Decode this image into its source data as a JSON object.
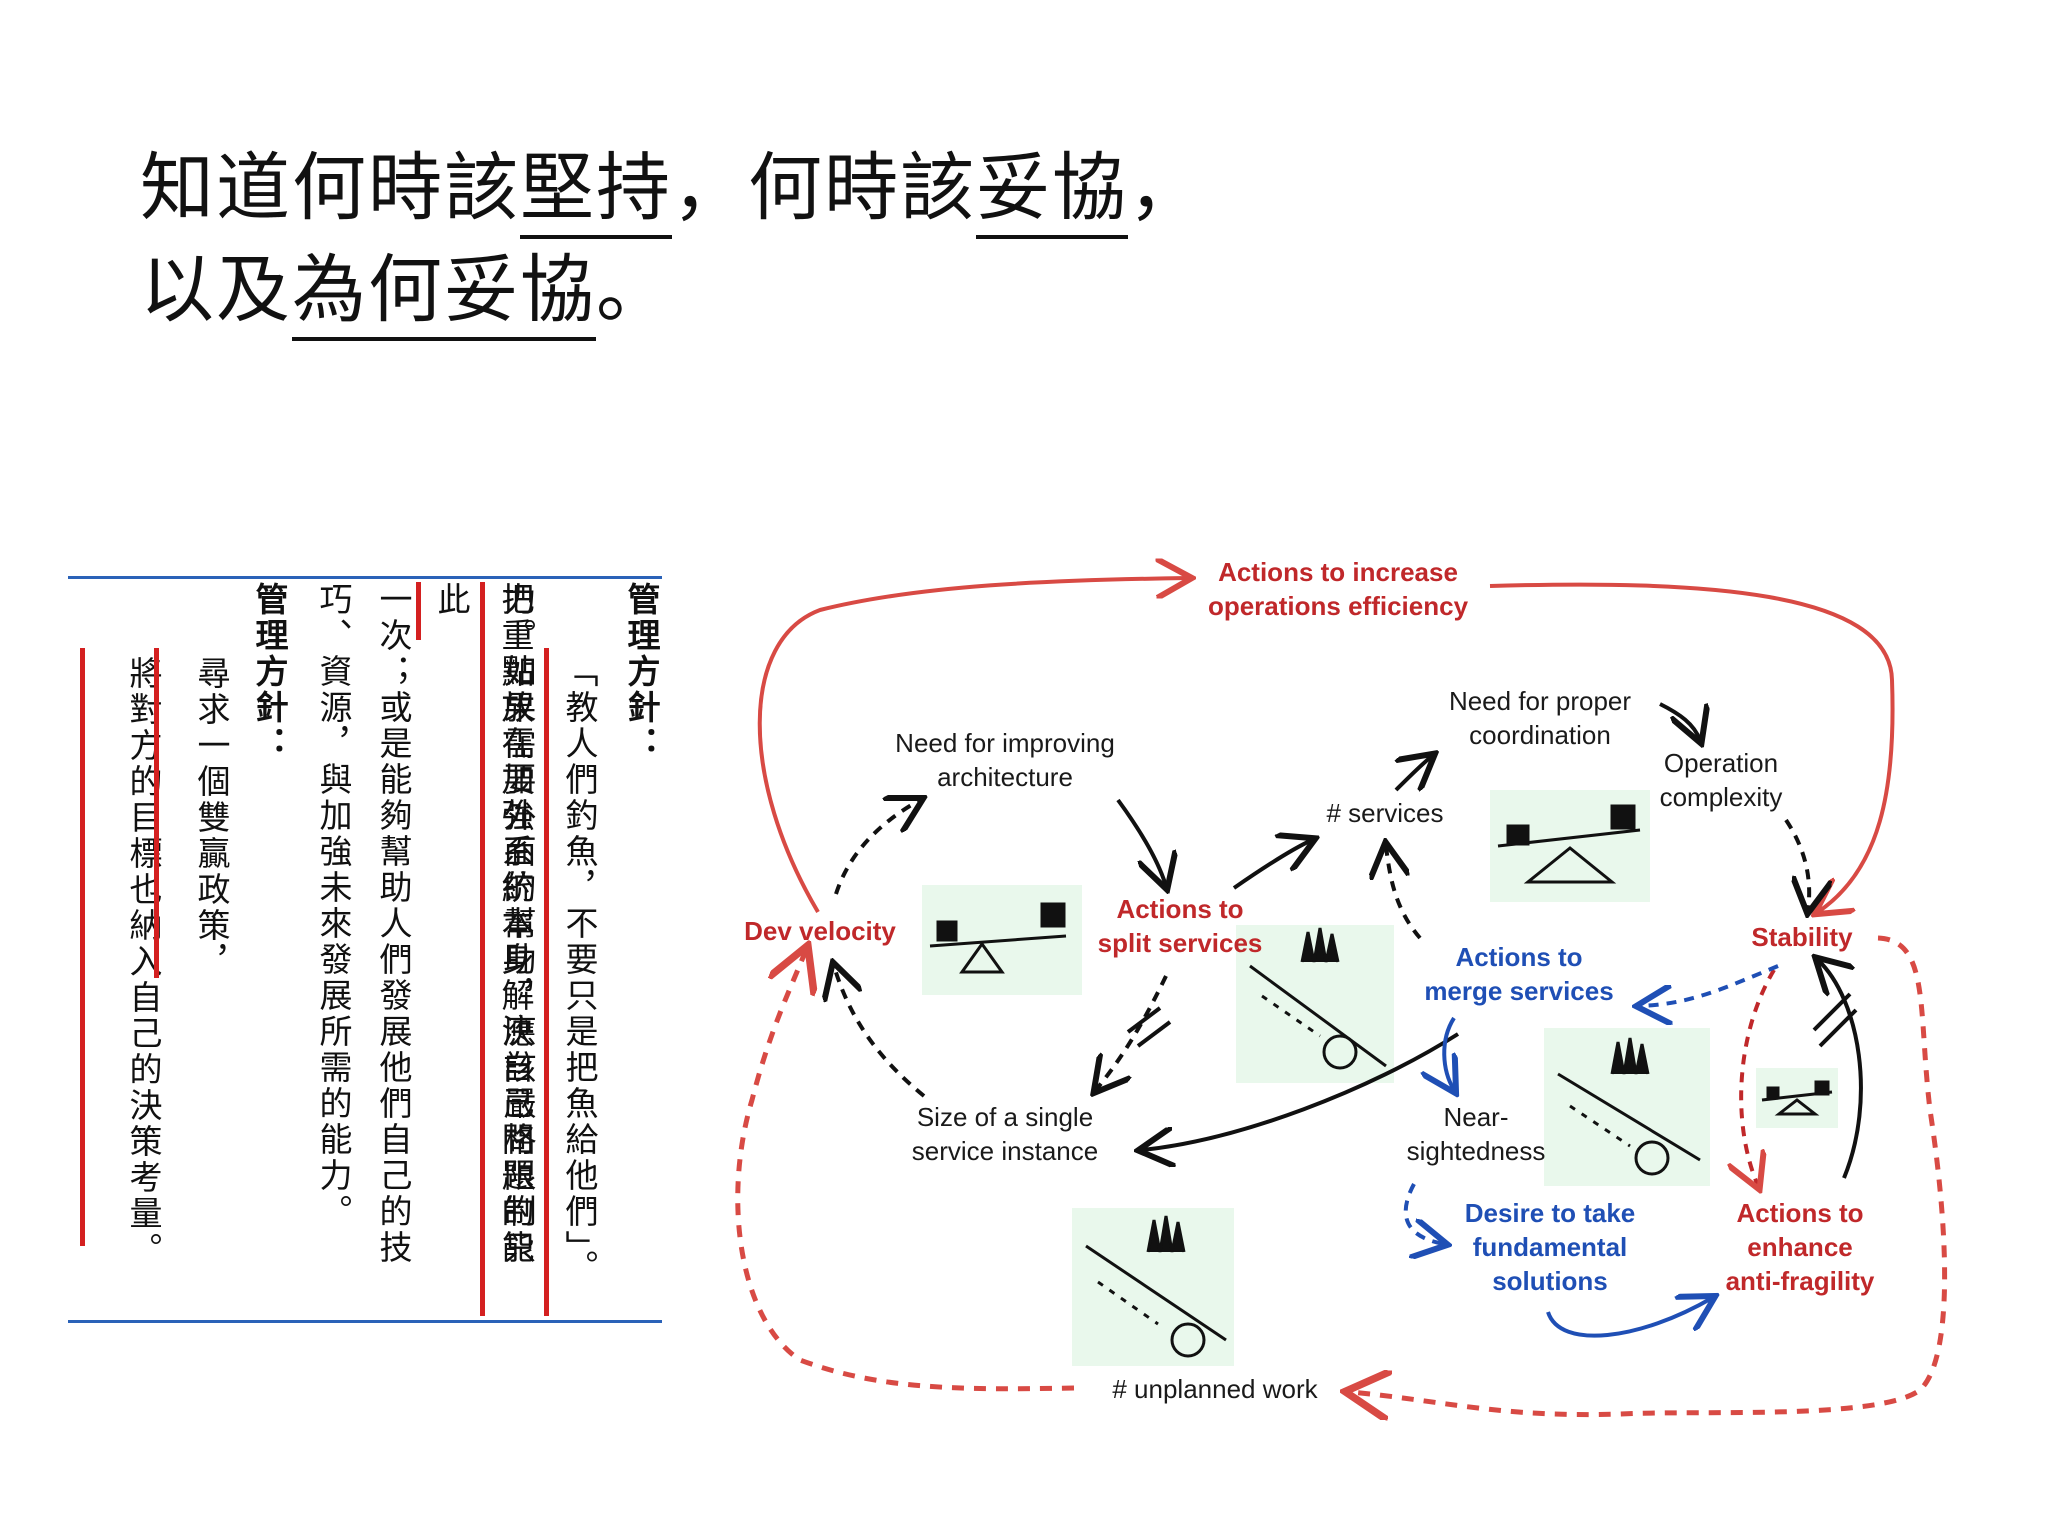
{
  "title": {
    "line1": {
      "before": "知道何時該",
      "u1": "堅持",
      "mid": "，何時該",
      "u2": "妥協",
      "after": "，"
    },
    "line2": {
      "before": "以及",
      "u": "為何妥協",
      "after": "。"
    }
  },
  "policy": {
    "columns": [
      {
        "text": "管理方針：",
        "head": true
      },
      {
        "text": "「教人們釣魚，不要只是把魚給他們」。",
        "head": false
      },
      {
        "text": "把重點放在加強系統本身解決自己問題的能",
        "head": false
      },
      {
        "text": "力。如果需要外面的幫助，應該嚴格限制只此",
        "head": false
      },
      {
        "text": "一次；或是能夠幫助人們發展他們自己的技",
        "head": false
      },
      {
        "text": "巧、資源，與加強未來發展所需的能力。",
        "head": false
      },
      {
        "text": "管理方針：",
        "head": true
      },
      {
        "text": "尋求一個雙贏政策，",
        "head": false
      },
      {
        "text": "將對方的目標也納入自己的決策考量。",
        "head": false
      }
    ]
  },
  "diagram": {
    "ops_efficiency": "Actions to increase\noperations efficiency",
    "improving_arch": "Need for improving\narchitecture",
    "proper_coord": "Need for proper\ncoordination",
    "op_complexity": "Operation\ncomplexity",
    "services": "# services",
    "dev_velocity": "Dev velocity",
    "split_services": "Actions to\nsplit services",
    "merge_services": "Actions to\nmerge services",
    "stability": "Stability",
    "size_instance": "Size of a single\nservice instance",
    "near_sightedness": "Near-\nsightedness",
    "fundamental": "Desire to take\nfundamental\nsolutions",
    "anti_fragility": "Actions to\nenhance\nanti-fragility",
    "unplanned": "# unplanned work"
  },
  "colors": {
    "red_node": "#c0282a",
    "blue_node": "#1f4fb5",
    "rule_blue": "#2a62b8",
    "highlight_red": "#d42020",
    "illustration_bg": "#e9f8ec"
  },
  "icons": [
    "balance-scale-icon",
    "snowball-slope-icon"
  ]
}
